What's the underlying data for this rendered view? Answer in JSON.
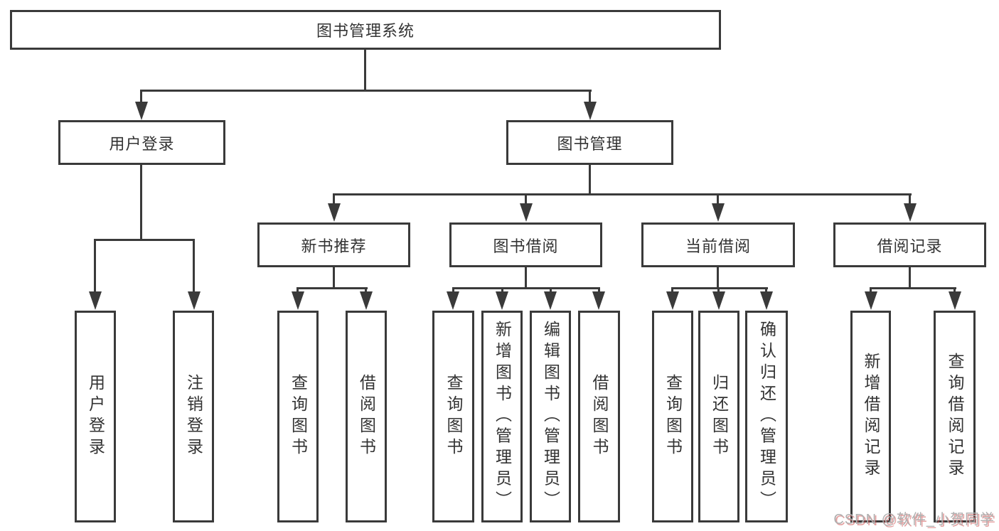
{
  "tree": {
    "root": "图书管理系统",
    "children": [
      {
        "label": "用户登录",
        "leaves": [
          "用户登录",
          "注销登录"
        ]
      },
      {
        "label": "图书管理",
        "children": [
          {
            "label": "新书推荐",
            "leaves": [
              "查询图书",
              "借阅图书"
            ]
          },
          {
            "label": "图书借阅",
            "leaves": [
              "查询图书",
              "新增图书（管理员）",
              "编辑图书（管理员）",
              "借阅图书"
            ]
          },
          {
            "label": "当前借阅",
            "leaves": [
              "查询图书",
              "归还图书",
              "确认归还（管理员）"
            ]
          },
          {
            "label": "借阅记录",
            "leaves": [
              "新增借阅记录",
              "查询借阅记录"
            ]
          }
        ]
      }
    ]
  },
  "watermark": "CSDN @软件_小贺同学",
  "colors": {
    "line": "#3a3a3a",
    "text": "#333333",
    "watermark_gray": "#b0b0b0",
    "watermark_red": "#cd5050"
  }
}
